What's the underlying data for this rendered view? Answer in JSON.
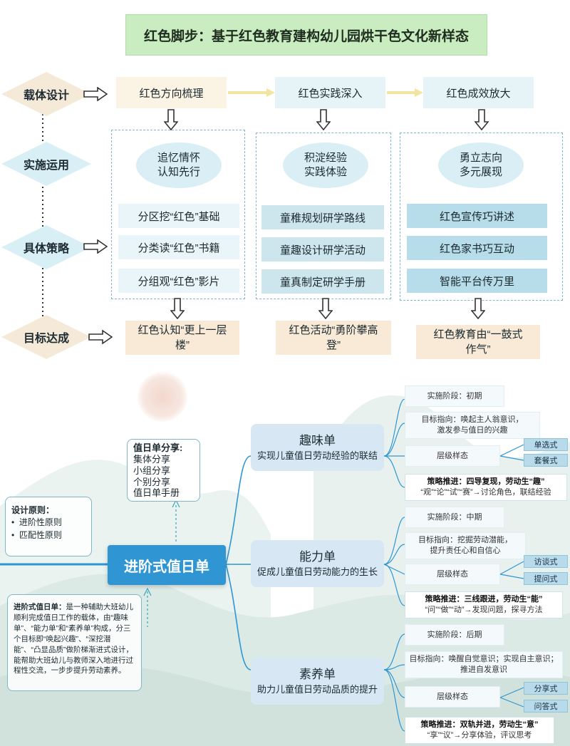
{
  "title": "红色脚步：基于红色教育建构幼儿园烘干色文化新样态",
  "rows": [
    "载体设计",
    "实施运用",
    "具体策略",
    "目标达成"
  ],
  "stages": [
    "红色方向梳理",
    "红色实践深入",
    "红色成效放大"
  ],
  "panels": [
    {
      "cloud": [
        "追忆情怀",
        "认知先行"
      ],
      "items": [
        "分区挖“红色”基础",
        "分类读“红色”书籍",
        "分组观“红色”影片"
      ],
      "goal": [
        "红色认知“更上一层",
        "楼”"
      ]
    },
    {
      "cloud": [
        "积淀经验",
        "实践体验"
      ],
      "items": [
        "童稚规划研学路线",
        "童趣设计研学活动",
        "童真制定研学手册"
      ],
      "goal": [
        "红色活动“勇阶攀高",
        "登”"
      ]
    },
    {
      "cloud": [
        "勇立志向",
        "多元展现"
      ],
      "items": [
        "红色宣传巧讲述",
        "红色家书巧互动",
        "智能平台传万里"
      ],
      "goal": [
        "红色教育由“一鼓式",
        "作气”"
      ]
    }
  ],
  "center": "进阶式值日单",
  "share": {
    "title": "值日单分享",
    "items": [
      "集体分享",
      "小组分享",
      "个别分享",
      "值日单手册"
    ]
  },
  "principle": {
    "title": "设计原则",
    "items": [
      "进阶性原则",
      "匹配性原则"
    ]
  },
  "desc": {
    "title": "进阶式值日单",
    "text": "是一种辅助大班幼儿顺利完成值日工作的载体，由“趣味单”、“能力单”和“素养单”构成，分三个目标即“唤起兴趣”、“深挖潜能”、“凸显品质”做阶梯渐进式设计，能帮助大班幼儿与教师深入地进行过程性交流，一步步提升劳动素养。"
  },
  "branches": [
    {
      "title": "趣味单",
      "subtitle": "实现儿童值日劳动经验的联结",
      "stage": "实施阶段：初期",
      "goal": [
        "目标指向：唤起主人翁意识，",
        "激发参与值日的兴趣"
      ],
      "level": "层级样态",
      "chips": [
        "单选式",
        "套餐式"
      ],
      "strategy_label": "策略推进：四导复现，劳动生“趣”",
      "strategy_text": "“观”“论”“试”“赛”→讨论角色，联结经验"
    },
    {
      "title": "能力单",
      "subtitle": "促成儿童值日劳动能力的生长",
      "stage": "实施阶段：中期",
      "goal": [
        "目标指向：挖掘劳动潜能，",
        "提升责任心和自信心"
      ],
      "level": "层级样态",
      "chips": [
        "访谈式",
        "提问式"
      ],
      "strategy_label": "策略推进：三线跟进，劳动生“能”",
      "strategy_text": "“问”“做”“动”→发现问题，探寻方法"
    },
    {
      "title": "素养单",
      "subtitle": "助力儿童值日劳动品质的提升",
      "stage": "实施阶段：后期",
      "goal": [
        "目标指向：唤醒自觉意识；实现自主意识；",
        "推进自发意识"
      ],
      "level": "层级样态",
      "chips": [
        "分享式",
        "问答式"
      ],
      "strategy_label": "策略推进：双轨并进，劳动生“意”",
      "strategy_text": "“享”“议”→分享体验，评议思考"
    }
  ],
  "colors": {
    "accent": "#2f96d3",
    "title_bg": "#c9ecc0",
    "diamond": "#d8eff5",
    "goal_bg": "#f8ead7"
  }
}
